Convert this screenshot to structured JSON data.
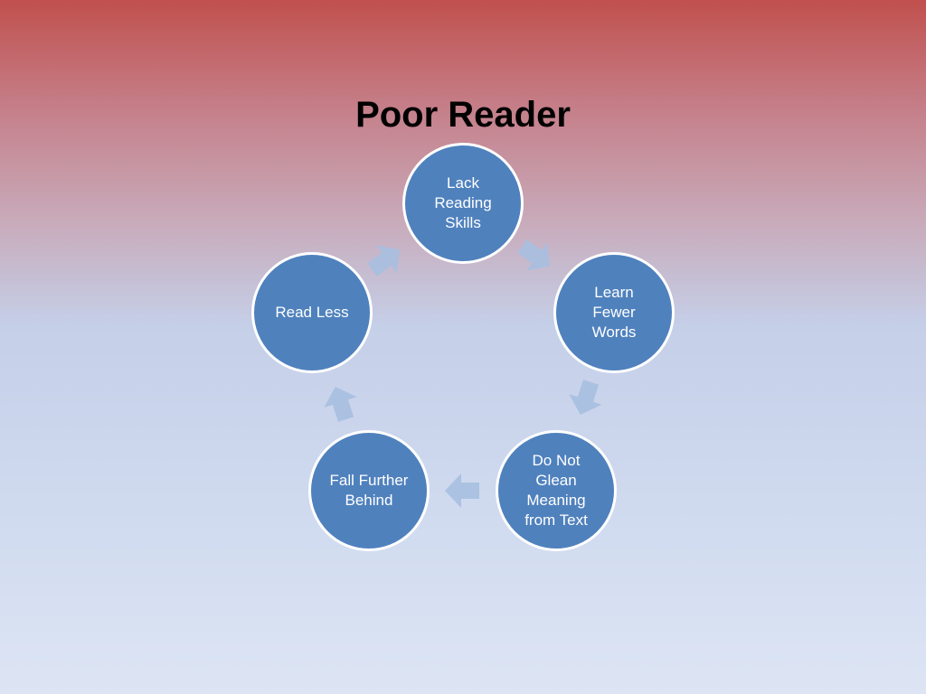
{
  "slide": {
    "title": "Poor Reader"
  },
  "cycle": {
    "nodes": [
      {
        "id": "lack-reading-skills",
        "label": "Lack\nReading\nSkills"
      },
      {
        "id": "learn-fewer-words",
        "label": "Learn\nFewer\nWords"
      },
      {
        "id": "do-not-glean-meaning",
        "label": "Do Not\nGlean\nMeaning\nfrom Text"
      },
      {
        "id": "fall-further-behind",
        "label": "Fall Further\nBehind"
      },
      {
        "id": "read-less",
        "label": "Read Less"
      }
    ],
    "colors": {
      "node_fill": "#4f81bd",
      "node_border": "#ffffff",
      "arrow_fill": "#a7bfe0"
    }
  }
}
